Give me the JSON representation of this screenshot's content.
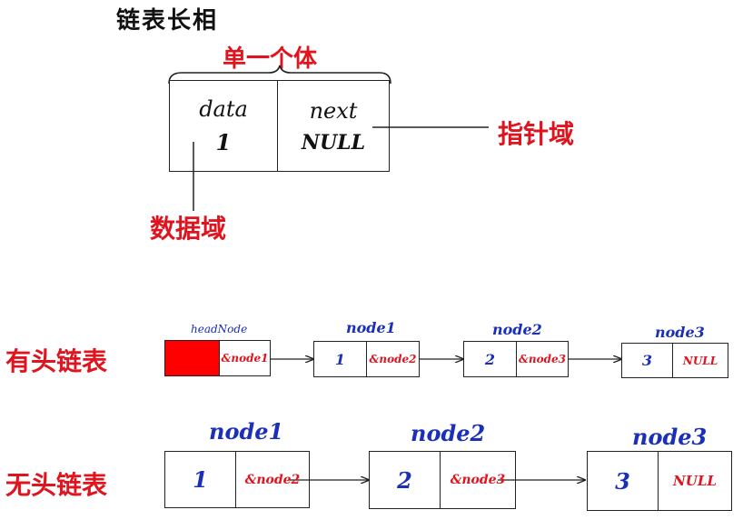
{
  "title": "链表长相",
  "single_node": {
    "brace_label": "单一个体",
    "data_label": "data",
    "data_value": "1",
    "next_label": "next",
    "next_value": "NULL",
    "pointer_field_label": "指针域",
    "data_field_label": "数据域"
  },
  "headed_list": {
    "label": "有头链表",
    "nodes": [
      {
        "name": "headNode",
        "value": "",
        "next": "&node1"
      },
      {
        "name": "node1",
        "value": "1",
        "next": "&node2"
      },
      {
        "name": "node2",
        "value": "2",
        "next": "&node3"
      },
      {
        "name": "node3",
        "value": "3",
        "next": "NULL"
      }
    ]
  },
  "headless_list": {
    "label": "无头链表",
    "nodes": [
      {
        "name": "node1",
        "value": "1",
        "next": "&node2"
      },
      {
        "name": "node2",
        "value": "2",
        "next": "&node3"
      },
      {
        "name": "node3",
        "value": "3",
        "next": "NULL"
      }
    ]
  },
  "colors": {
    "label_red": "#e0141e",
    "node_blue": "#1b2fb8",
    "head_fill": "#ff0000",
    "line": "#222222"
  }
}
